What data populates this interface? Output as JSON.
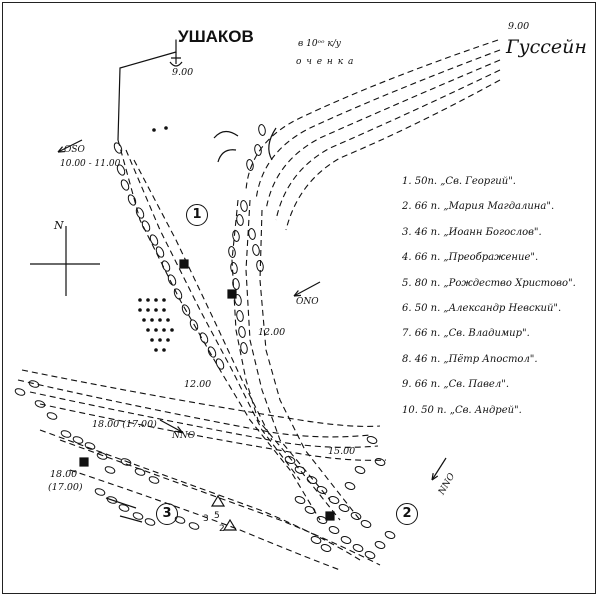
{
  "titles": {
    "ushakov": "УШАКОВ",
    "gussein": "Гуссейн",
    "note_line1": "в 10ᵒᵒ к/у",
    "note_line2": "о ч е н к а"
  },
  "times": {
    "ushakov_start": "9.00",
    "gussein_start": "9.00",
    "wind_oso_time": "10.00 - 11.00",
    "t1200_right": "12.00",
    "t1200_mid": "12.00",
    "t1800_top": "18.00 (17.00)",
    "t1800_left": "18.00",
    "t1700_left": "(17.00)",
    "t1500": "15.00"
  },
  "winds": {
    "oso": "OSO",
    "ono": "ONO",
    "nno_mid": "NNO",
    "nno_right": "NNO"
  },
  "compass": {
    "north": "N"
  },
  "phases": [
    "1",
    "2",
    "3"
  ],
  "markers": {
    "m3": "3",
    "m5": "5",
    "m2": "2"
  },
  "legend": [
    "1. 50п. „Св. Георгий\".",
    "2. 66 п. „Мария Магдалина\".",
    "3. 46 п. „Иоанн Богослов\".",
    "4. 66 п. „Преображение\".",
    "5. 80 п. „Рождество Христово\".",
    "6. 50 п. „Александр Невский\".",
    "7. 66 п. „Св. Владимир\".",
    "8. 46 п. „Пётр Апостол\".",
    "9. 66 п. „Св. Павел\".",
    "10. 50 п. „Св. Андрей\"."
  ]
}
